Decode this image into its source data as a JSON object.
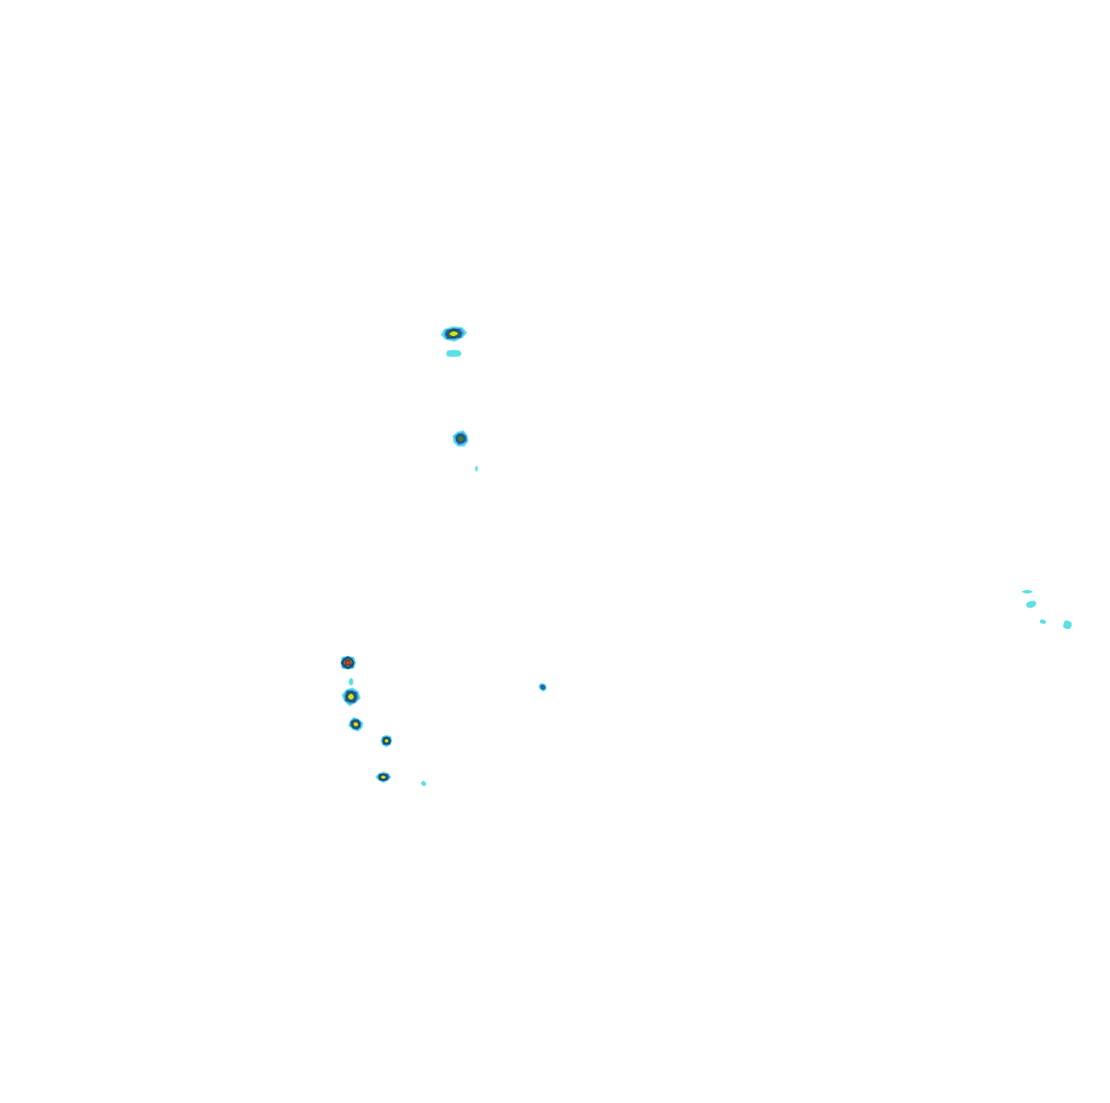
{
  "map": {
    "background_color": "#ffffff",
    "contour_palette": {
      "level_1": "#5ce0e6",
      "level_2": "#3aaee8",
      "level_3": "#2f5fd6",
      "level_4": "#3f7a2f",
      "level_5": "#c9e61e",
      "level_6": "#f0a020",
      "level_7": "#e8341c"
    },
    "hotspots": [
      {
        "id": "north-cluster-a",
        "levels": 5
      },
      {
        "id": "north-cluster-b",
        "levels": 1
      },
      {
        "id": "north-cluster-c",
        "levels": 4
      },
      {
        "id": "north-trace",
        "levels": 1
      },
      {
        "id": "west-cluster-a",
        "levels": 7
      },
      {
        "id": "west-trace",
        "levels": 1
      },
      {
        "id": "west-cluster-b",
        "levels": 5
      },
      {
        "id": "west-cluster-c",
        "levels": 5
      },
      {
        "id": "west-cluster-d",
        "levels": 5
      },
      {
        "id": "west-cluster-e",
        "levels": 5
      },
      {
        "id": "west-trace-2",
        "levels": 1
      },
      {
        "id": "central-spot",
        "levels": 3
      },
      {
        "id": "east-spot-a",
        "levels": 1
      },
      {
        "id": "east-spot-b",
        "levels": 1
      },
      {
        "id": "east-spot-c",
        "levels": 1
      },
      {
        "id": "east-spot-d",
        "levels": 1
      }
    ]
  }
}
